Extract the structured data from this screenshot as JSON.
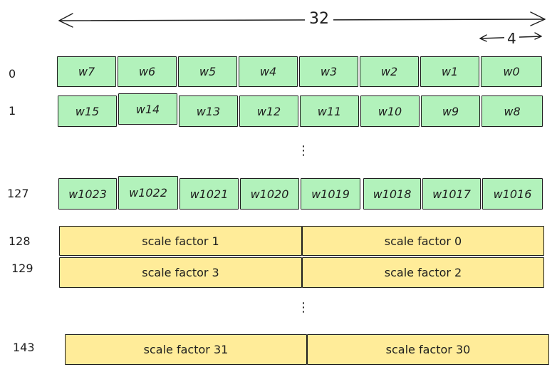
{
  "dimensions": {
    "total_width_label": "32",
    "cell_width_label": "4"
  },
  "weight_rows": [
    {
      "row": "0",
      "cells": [
        "w7",
        "w6",
        "w5",
        "w4",
        "w3",
        "w2",
        "w1",
        "w0"
      ]
    },
    {
      "row": "1",
      "cells": [
        "w15",
        "w14",
        "w13",
        "w12",
        "w11",
        "w10",
        "w9",
        "w8"
      ]
    },
    {
      "row": "127",
      "cells": [
        "w1023",
        "w1022",
        "w1021",
        "w1020",
        "w1019",
        "w1018",
        "w1017",
        "w1016"
      ]
    }
  ],
  "scale_rows": [
    {
      "row": "128",
      "cells": [
        "scale factor 1",
        "scale factor 0"
      ]
    },
    {
      "row": "129",
      "cells": [
        "scale factor 3",
        "scale factor 2"
      ]
    },
    {
      "row": "143",
      "cells": [
        "scale factor 31",
        "scale factor 30"
      ]
    }
  ],
  "ellipsis": "⋮"
}
